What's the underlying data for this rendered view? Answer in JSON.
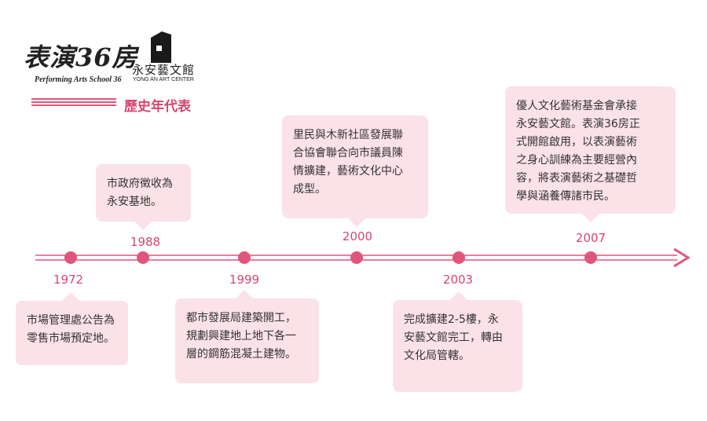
{
  "logo": {
    "script_text": "表演36房",
    "subtitle": "Performing Arts School 36",
    "venue_cn": "永安藝文館",
    "venue_en": "YONG AN ART CENTER"
  },
  "page_title": "歷史年代表",
  "colors": {
    "accent": "#e0557b",
    "card_bg": "#fbe1e8",
    "title": "#d8456f"
  },
  "timeline": [
    {
      "year": "1972",
      "text": "市場管理處公告為\n零售市場預定地。"
    },
    {
      "year": "1988",
      "text": "市政府徵收為\n永安基地。"
    },
    {
      "year": "1999",
      "text": "都市發展局建築開工，\n規劃興建地上地下各一\n層的鋼筋混凝土建物。"
    },
    {
      "year": "2000",
      "text": "里民與木新社區發展聯\n合協會聯合向市議員陳\n情擴建，藝術文化中心\n成型。"
    },
    {
      "year": "2003",
      "text": "完成擴建2-5樓，永\n安藝文館完工，轉由\n文化局管轄。"
    },
    {
      "year": "2007",
      "text": "優人文化藝術基金會承接\n永安藝文館。表演36房正\n式開館啟用，以表演藝術\n之身心訓練為主要經營內\n容，將表演藝術之基礎哲\n學與涵養傳諸市民。"
    }
  ]
}
